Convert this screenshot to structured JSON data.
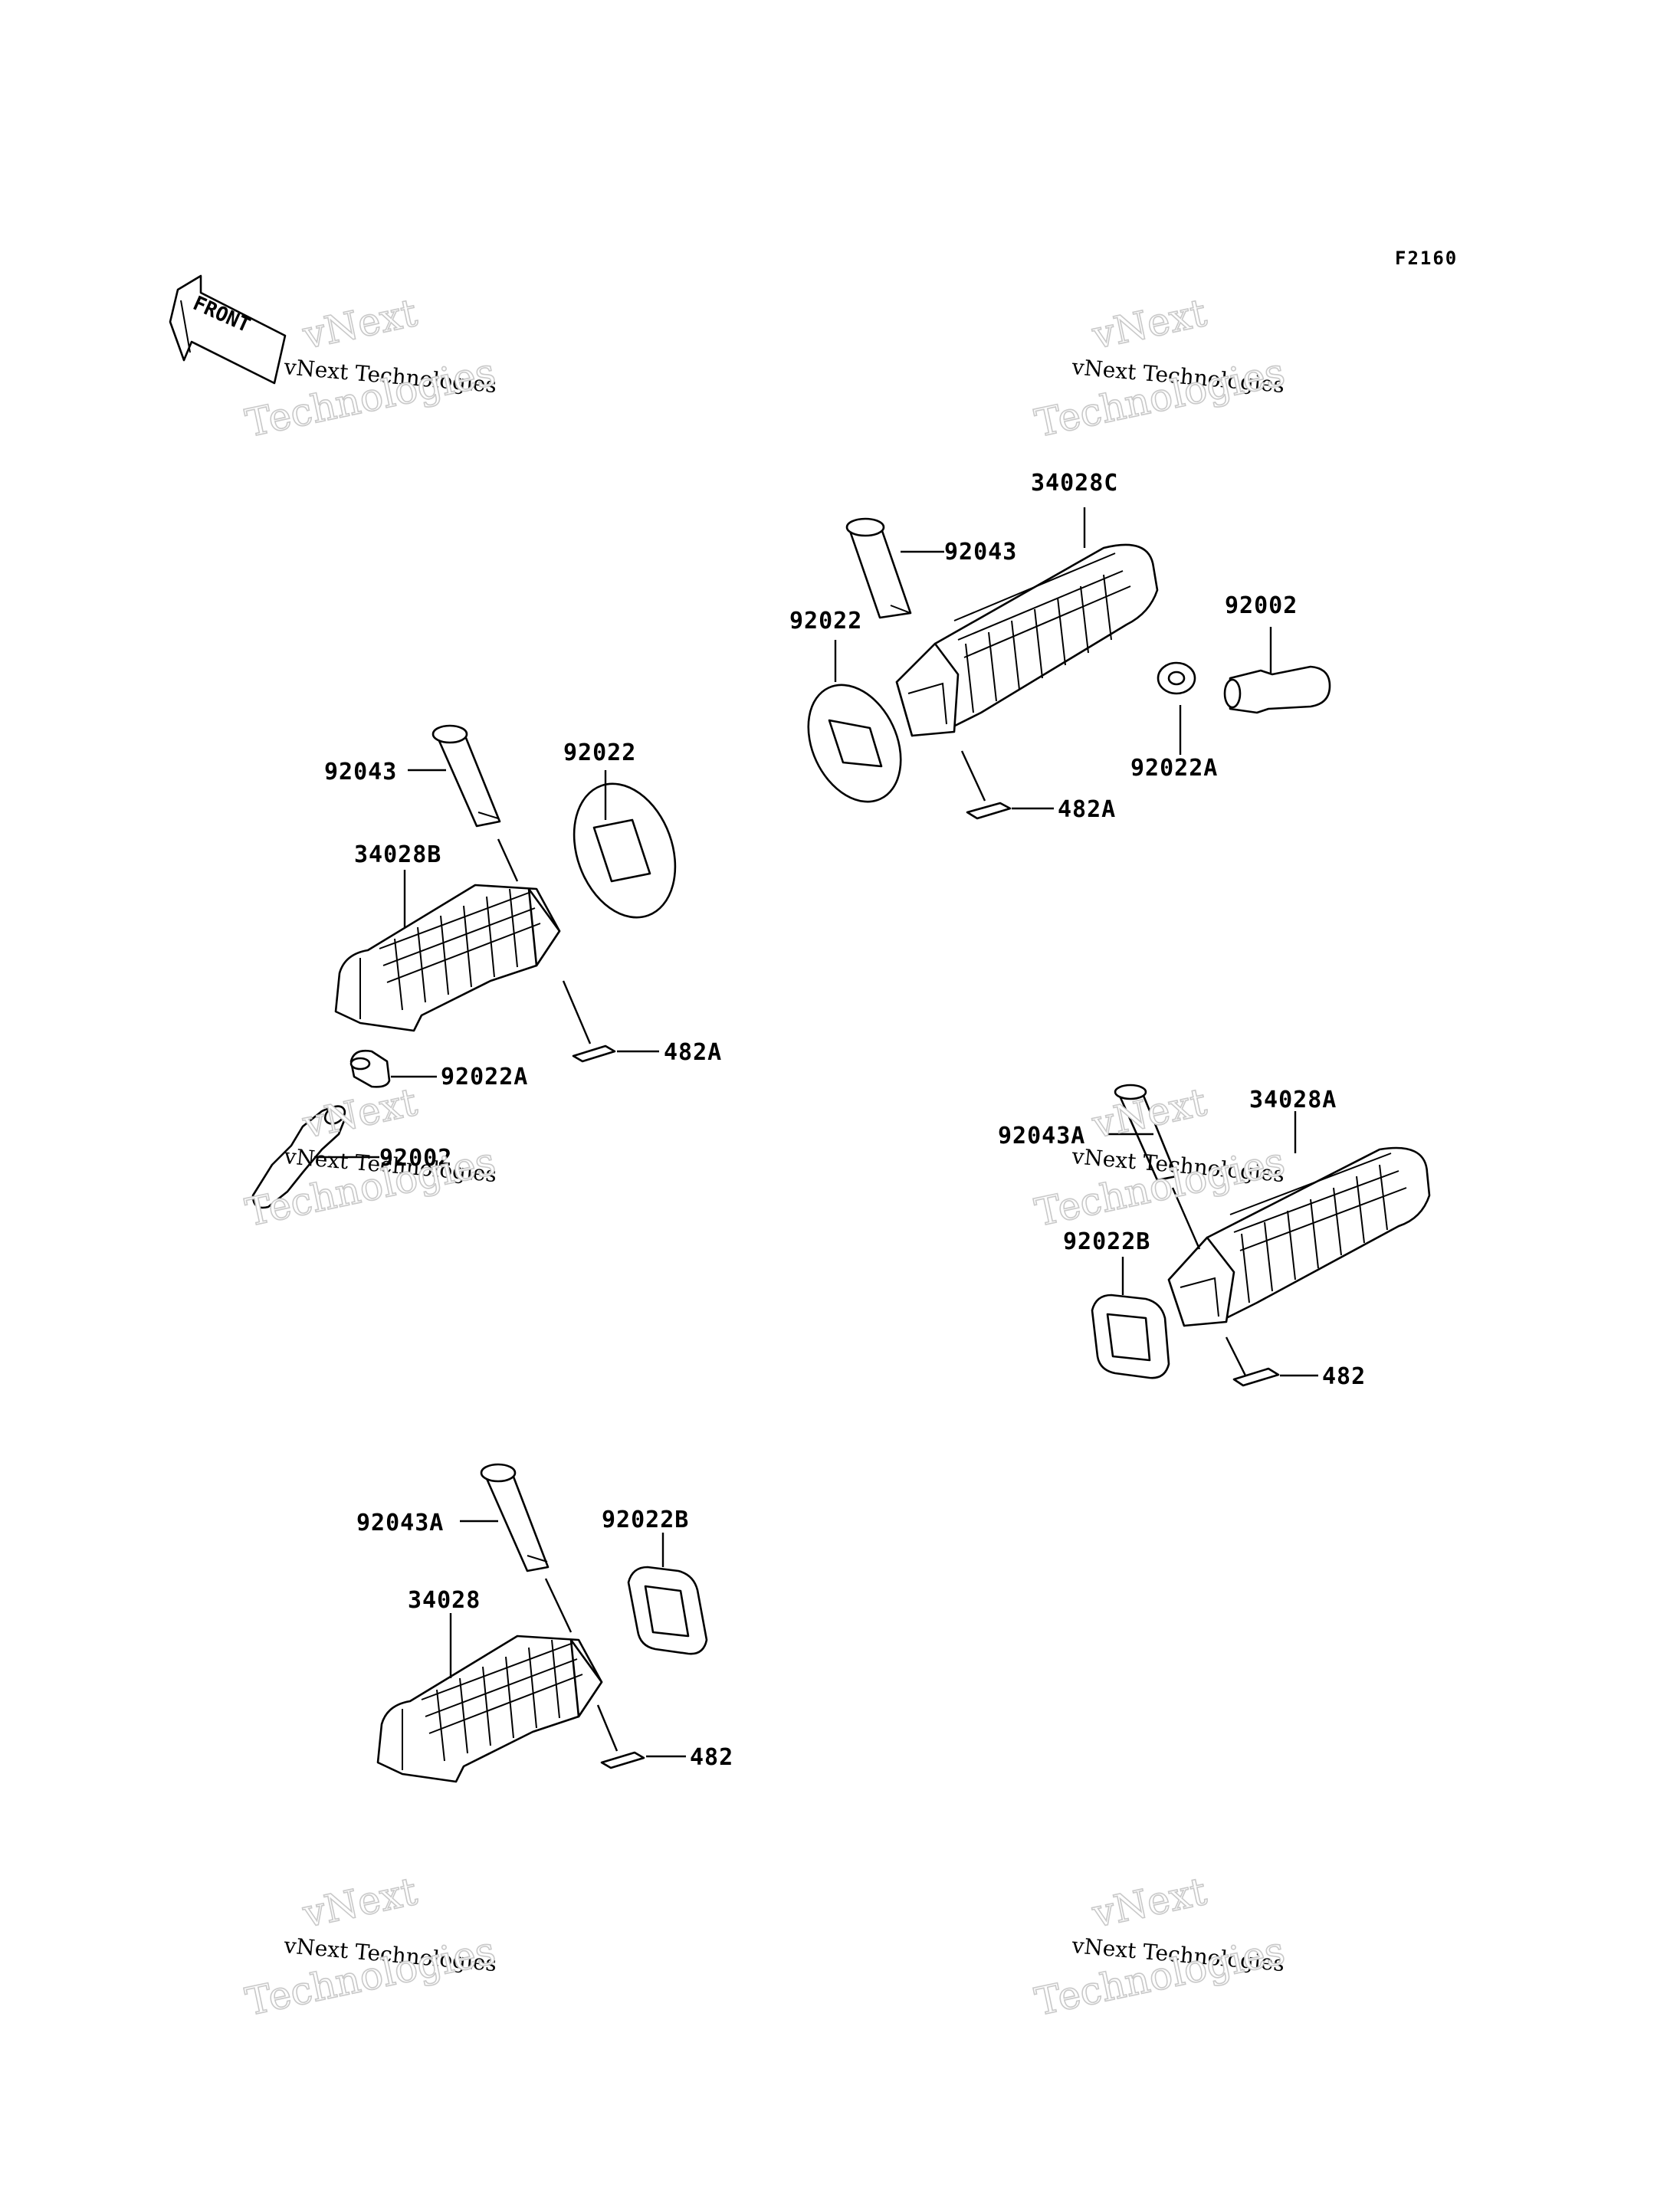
{
  "diagram_code": "F2160",
  "front_label": "FRONT",
  "watermark": {
    "line1": "vNext",
    "line2": "vNext Technologies",
    "line3": "Technologies"
  },
  "labels": {
    "c_34028C": "34028C",
    "c_92043": "92043",
    "c_92022": "92022",
    "c_92002": "92002",
    "c_92022A": "92022A",
    "c_482A": "482A",
    "b_92043": "92043",
    "b_92022": "92022",
    "b_34028B": "34028B",
    "b_482A": "482A",
    "b_92022A": "92022A",
    "b_92002": "92002",
    "a_34028A": "34028A",
    "a_92043A": "92043A",
    "a_92022B": "92022B",
    "a_482": "482",
    "d_92043A": "92043A",
    "d_92022B": "92022B",
    "d_34028": "34028",
    "d_482": "482"
  }
}
